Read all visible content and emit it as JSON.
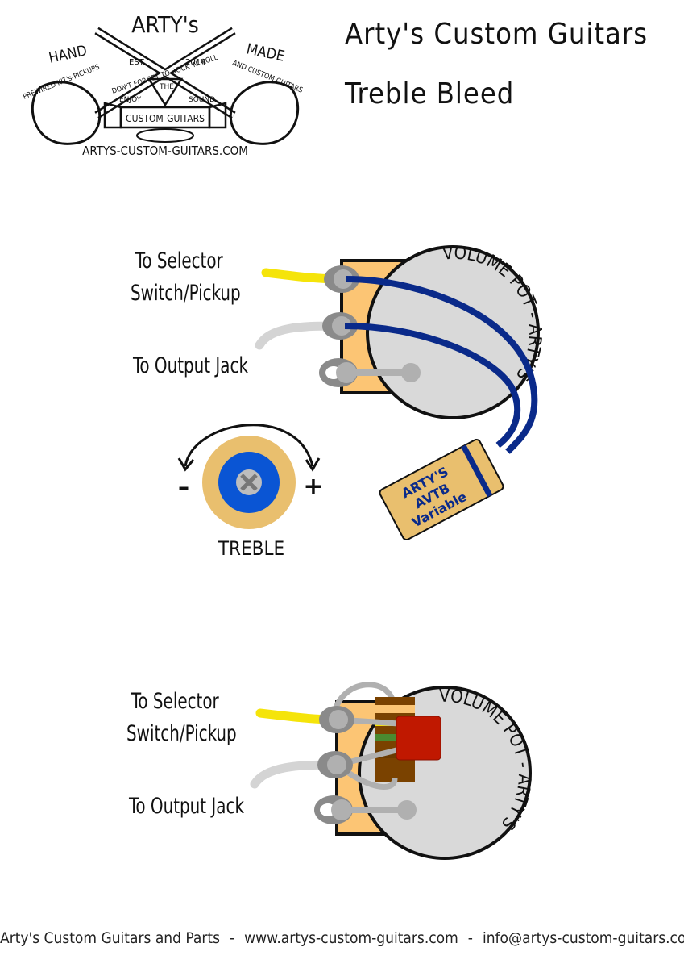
{
  "header": {
    "title_line1": "Arty's Custom Guitars",
    "title_line2": "Treble Bleed"
  },
  "logo": {
    "brand": "ARTY's",
    "left_banner": "HAND",
    "right_banner": "MADE",
    "est": "EST",
    "year": "2014",
    "arc_left": "PREWIRED KIT's-PICKUPS",
    "arc_right": "AND CUSTOM GUITARS",
    "motto": "DON'T FORGET TO ROCK 'N' ROLL",
    "enjoy": "ENJOY",
    "the": "THE",
    "sound": "SOUND",
    "ribbon": "CUSTOM-GUITARS",
    "url": "ARTYS-CUSTOM-GUITARS.COM"
  },
  "diagram_top": {
    "label_selector_line1": "To Selector",
    "label_selector_line2": "Switch/Pickup",
    "label_output": "To Output Jack",
    "pot_label": "VOLUME POT - ARTY'S",
    "module_line1": "ARTY'S",
    "module_line2": "AVTB",
    "module_line3": "Variable",
    "knob_label": "TREBLE",
    "knob_minus": "–",
    "knob_plus": "+"
  },
  "diagram_bottom": {
    "label_selector_line1": "To Selector",
    "label_selector_line2": "Switch/Pickup",
    "label_output": "To Output Jack",
    "pot_label": "VOLUME POT - ARTY'S"
  },
  "colors": {
    "pot_body": "#d9d9d9",
    "lug_board": "#fcc574",
    "lug": "#8a8a8a",
    "lug_center": "#b0b0b0",
    "wire_blue": "#0a2a8a",
    "wire_yellow": "#f5e40a",
    "wire_grey": "#d4d4d4",
    "module_body": "#e9bf6e",
    "knob_ring": "#e9bf6e",
    "knob_inner": "#0a55d4",
    "cap_red": "#c01800",
    "resistor_brown": "#7a4200",
    "resistor_green": "#4a8a30"
  },
  "footer": {
    "company": "Arty's Custom Guitars and Parts",
    "website": "www.artys-custom-guitars.com",
    "email": "info@artys-custom-guitars.com",
    "separator": "-"
  }
}
